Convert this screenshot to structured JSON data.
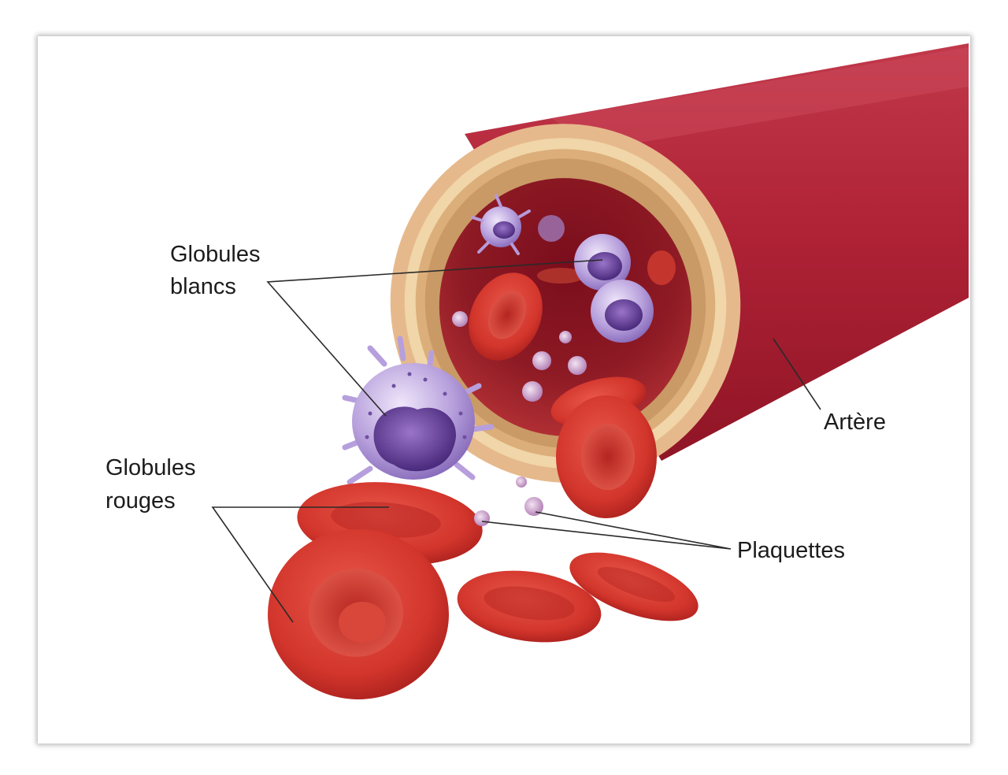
{
  "labels": {
    "white_cells": [
      "Globules",
      "blancs"
    ],
    "red_cells": [
      "Globules",
      "rouges"
    ],
    "platelets": "Plaquettes",
    "artery": "Artère"
  },
  "colors": {
    "artery_outer": "#b2283a",
    "artery_wall": "#e9c79a",
    "lumen": "#5a0712",
    "red_cell": "#d63a2e",
    "white_cell": "#a58ad0",
    "platelet": "#c7a3c9"
  }
}
